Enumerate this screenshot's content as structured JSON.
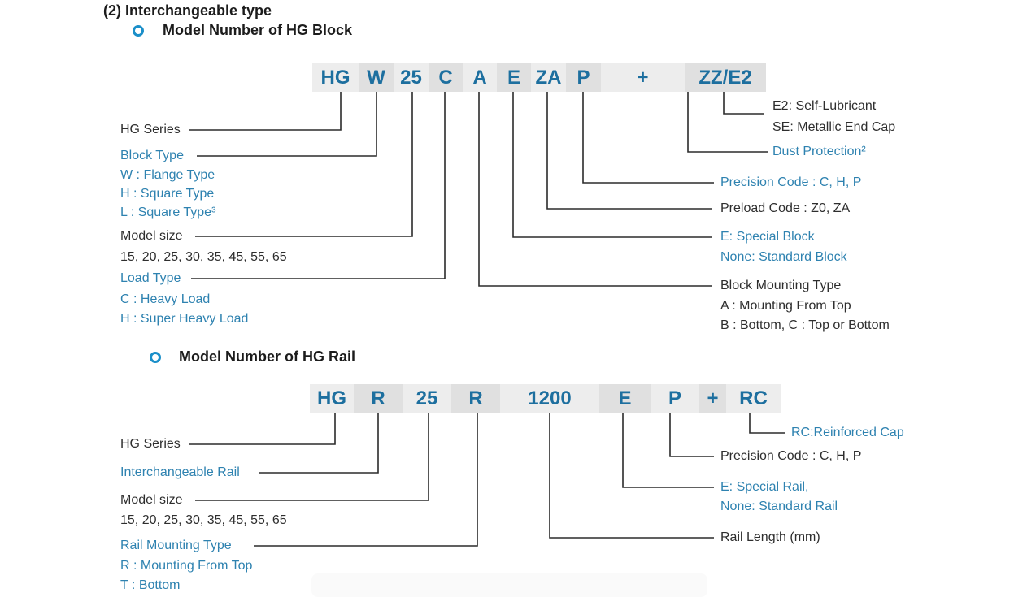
{
  "title": "(2) Interchangeable type",
  "colors": {
    "code_blue": "#1d6f9f",
    "label_blue": "#2e82b0",
    "line": "#2b2b2b"
  },
  "block": {
    "heading": "Model Number of HG Block",
    "codes": [
      "HG",
      "W",
      "25",
      "C",
      "A",
      "E",
      "ZA",
      "P",
      "+",
      "ZZ/E2"
    ],
    "left_labels": {
      "hg_series": "HG Series",
      "block_type": "Block  Type",
      "block_type_w": "W : Flange  Type",
      "block_type_h": "H : Square Type",
      "block_type_l": "L : Square Type³",
      "model_size": "Model size",
      "model_size_values": "15, 20, 25, 30, 35, 45, 55, 65",
      "load_type": "Load Type",
      "load_type_c": "C : Heavy Load",
      "load_type_h": "H : Super Heavy Load"
    },
    "right_labels": {
      "e2": "E2: Self-Lubricant",
      "se": "SE: Metallic End Cap",
      "dust": "Dust Protection²",
      "precision": "Precision Code : C, H, P",
      "preload": "Preload Code : Z0, ZA",
      "special": "E: Special Block",
      "standard": "None: Standard Block",
      "mounting": "Block Mounting Type",
      "mounting_a": "A : Mounting From Top",
      "mounting_bc": "B : Bottom, C : Top or Bottom"
    }
  },
  "rail": {
    "heading": "Model Number of HG Rail",
    "codes": [
      "HG",
      "R",
      "25",
      "R",
      "1200",
      "E",
      "P",
      "+",
      "RC"
    ],
    "left_labels": {
      "hg_series": "HG Series",
      "interchangeable": "Interchangeable Rail",
      "model_size": "Model size",
      "model_size_values": "15, 20, 25, 30, 35, 45, 55, 65",
      "mounting": "Rail Mounting Type",
      "mounting_r": "R : Mounting From Top",
      "mounting_t": "T : Bottom"
    },
    "right_labels": {
      "rc": "RC:Reinforced Cap",
      "precision": "Precision Code : C, H, P",
      "special": "E: Special Rail,",
      "standard": "None: Standard Rail",
      "rail_length": "Rail Length (mm)"
    }
  }
}
